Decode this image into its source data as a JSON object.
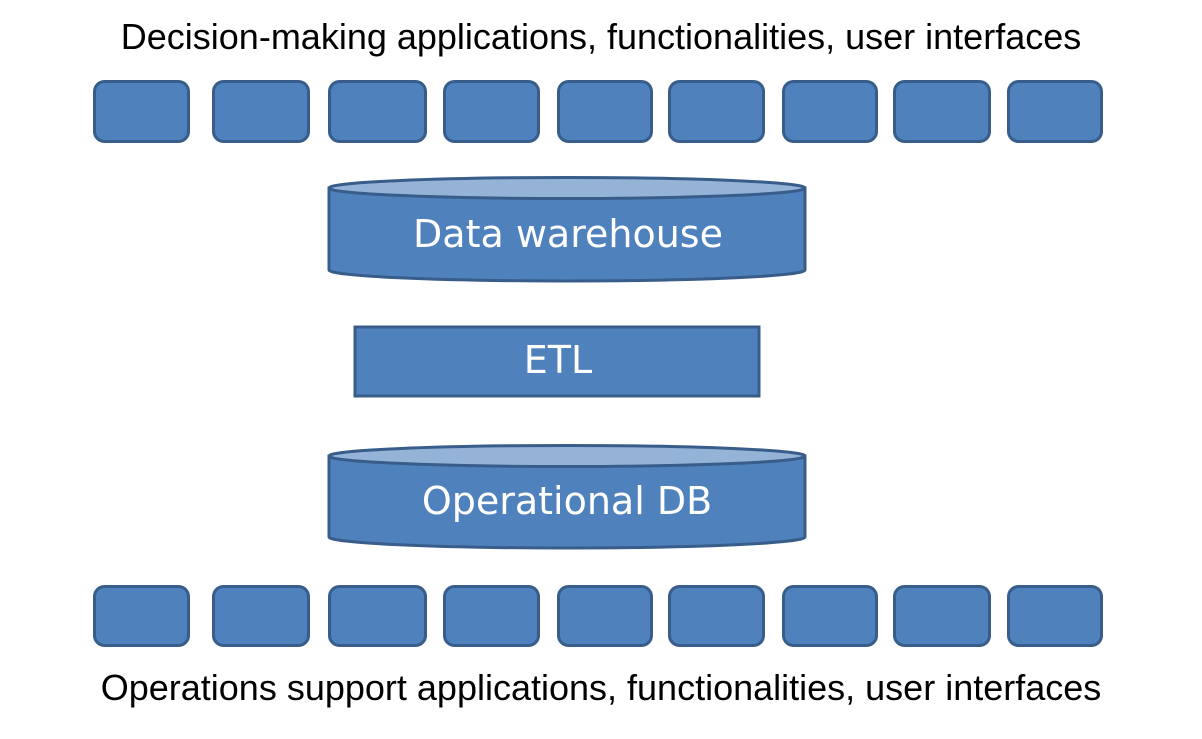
{
  "diagram": {
    "top_caption": "Decision-making applications, functionalities, user interfaces",
    "bottom_caption": "Operations support applications, functionalities, user interfaces",
    "top_row": {
      "box_count": 9,
      "meaning": "decision-making application"
    },
    "bottom_row": {
      "box_count": 9,
      "meaning": "operations support application"
    },
    "layers": [
      {
        "id": "data-warehouse",
        "label": "Data warehouse",
        "shape": "cylinder"
      },
      {
        "id": "etl",
        "label": "ETL",
        "shape": "rectangle"
      },
      {
        "id": "operational-db",
        "label": "Operational DB",
        "shape": "cylinder"
      }
    ],
    "colors": {
      "fill": "#4F81BD",
      "stroke": "#385D8A",
      "cylinder_top": "#95B3D7",
      "label_text": "#FFFFFF",
      "caption_text": "#000000"
    }
  }
}
